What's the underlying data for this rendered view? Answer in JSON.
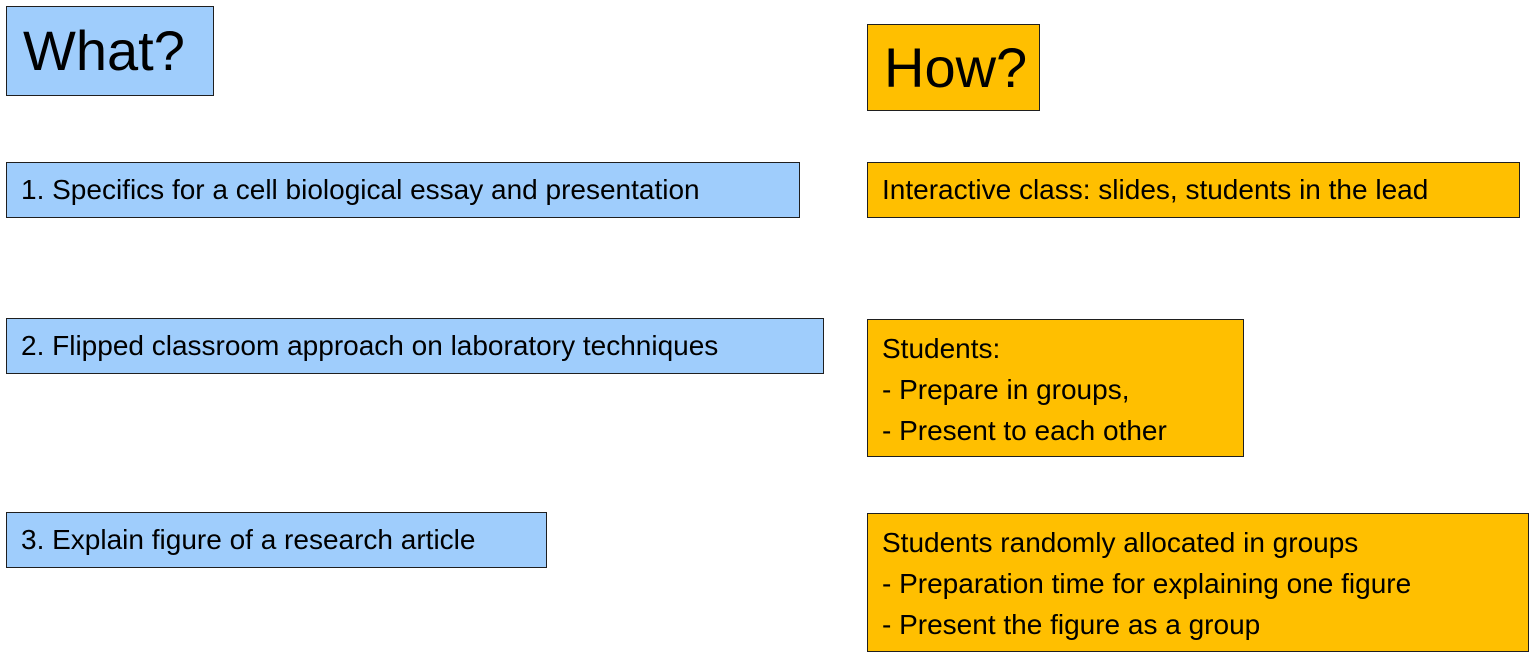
{
  "what": {
    "heading": "What?",
    "items": [
      "1. Specifics for a cell biological essay and presentation",
      "2. Flipped classroom approach on laboratory techniques",
      "3. Explain figure of a research article"
    ]
  },
  "how": {
    "heading": "How?",
    "items": [
      {
        "intro": "Interactive class: slides, students in the lead",
        "bullets": []
      },
      {
        "intro": "Students:",
        "bullets": [
          "Prepare in groups,",
          "Present to each other"
        ]
      },
      {
        "intro": "Students randomly allocated in groups",
        "bullets": [
          "Preparation time for explaining one figure",
          "Present the figure as a group"
        ]
      }
    ]
  },
  "bullet_marker": "-",
  "colors": {
    "what_fill": "#9fcdfc",
    "how_fill": "#ffbf00",
    "border": "#1f1f1f"
  }
}
